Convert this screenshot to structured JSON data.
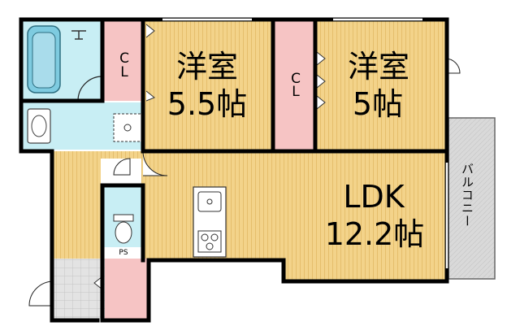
{
  "rooms": {
    "western_1": {
      "name": "洋室",
      "size": "5.5帖"
    },
    "western_2": {
      "name": "洋室",
      "size": "5帖"
    },
    "ldk": {
      "name": "LDK",
      "size": "12.2帖"
    }
  },
  "closet_1": {
    "label_c": "C",
    "label_l": "L"
  },
  "closet_2": {
    "label_c": "C",
    "label_l": "L"
  },
  "ps_label": "PS",
  "balcony_label": "バルコニー",
  "colors": {
    "floor_wood": "#f3d38a",
    "wet_area": "#c8eef4",
    "closet": "#f6c4c4",
    "entrance_tile": "#dcdcdc",
    "balcony": "#d9d9d9",
    "wall": "#000000"
  }
}
